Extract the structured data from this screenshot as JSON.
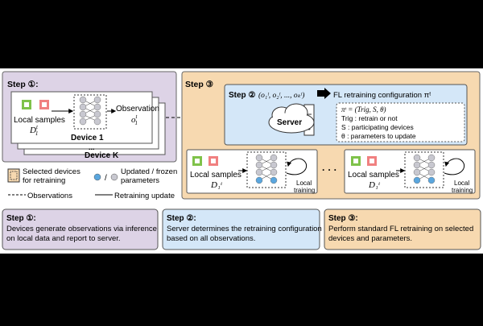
{
  "step1": {
    "label": "Step ①:",
    "local_samples": "Local samples",
    "dataset": "D",
    "dataset_sup": "t",
    "dataset_sub": "1",
    "observation": "Observation",
    "obs_symbol": "o",
    "obs_sup": "t",
    "obs_sub": "1",
    "device_1": "Device 1",
    "ellipsis": "...",
    "device_k": "Device K"
  },
  "step3": {
    "label": "Step ③"
  },
  "step2": {
    "label": "Step ②",
    "obs_tuple": "(o₁ᵗ, o₂ᵗ, ..., oₖᵗ)",
    "config_label": "FL retraining configuration πᵗ",
    "server": "Server",
    "config_lines": [
      "πᵗ = (Trig, S, θ)",
      "Trig : retrain or not",
      "S : participating devices",
      "θ : parameters to update"
    ]
  },
  "client_left": {
    "local_samples": "Local samples",
    "dataset": "D₁ᵗ",
    "local": "Local",
    "training": "training"
  },
  "client_right": {
    "local_samples": "Local samples",
    "dataset": "D₁ᵗ",
    "local": "Local",
    "training": "training"
  },
  "between_clients": "· · ·",
  "legend": {
    "selected_1": "Selected devices",
    "selected_2": "for retraining",
    "slash": "/",
    "updated_1": "Updated / frozen",
    "updated_2": "parameters",
    "observations": "Observations",
    "retraining_update": "Retraining update"
  },
  "captions": [
    {
      "title": "Step ①:",
      "line1": "Devices generate observations via inference",
      "line2": "on local data and report to server."
    },
    {
      "title": "Step ②:",
      "line1": "Server determines the retraining configuration",
      "line2": "based on all observations."
    },
    {
      "title": "Step ③:",
      "line1": "Perform standard FL retraining on selected",
      "line2": "devices and parameters."
    }
  ],
  "colors": {
    "purple_panel": "#ddd3e6",
    "orange_panel": "#f7d9b0",
    "server_box": "#d4e7f8",
    "green": "#7fc24a",
    "red": "#f08080",
    "node_blue": "#5aa6de",
    "node_gray": "#c8c8d0"
  }
}
